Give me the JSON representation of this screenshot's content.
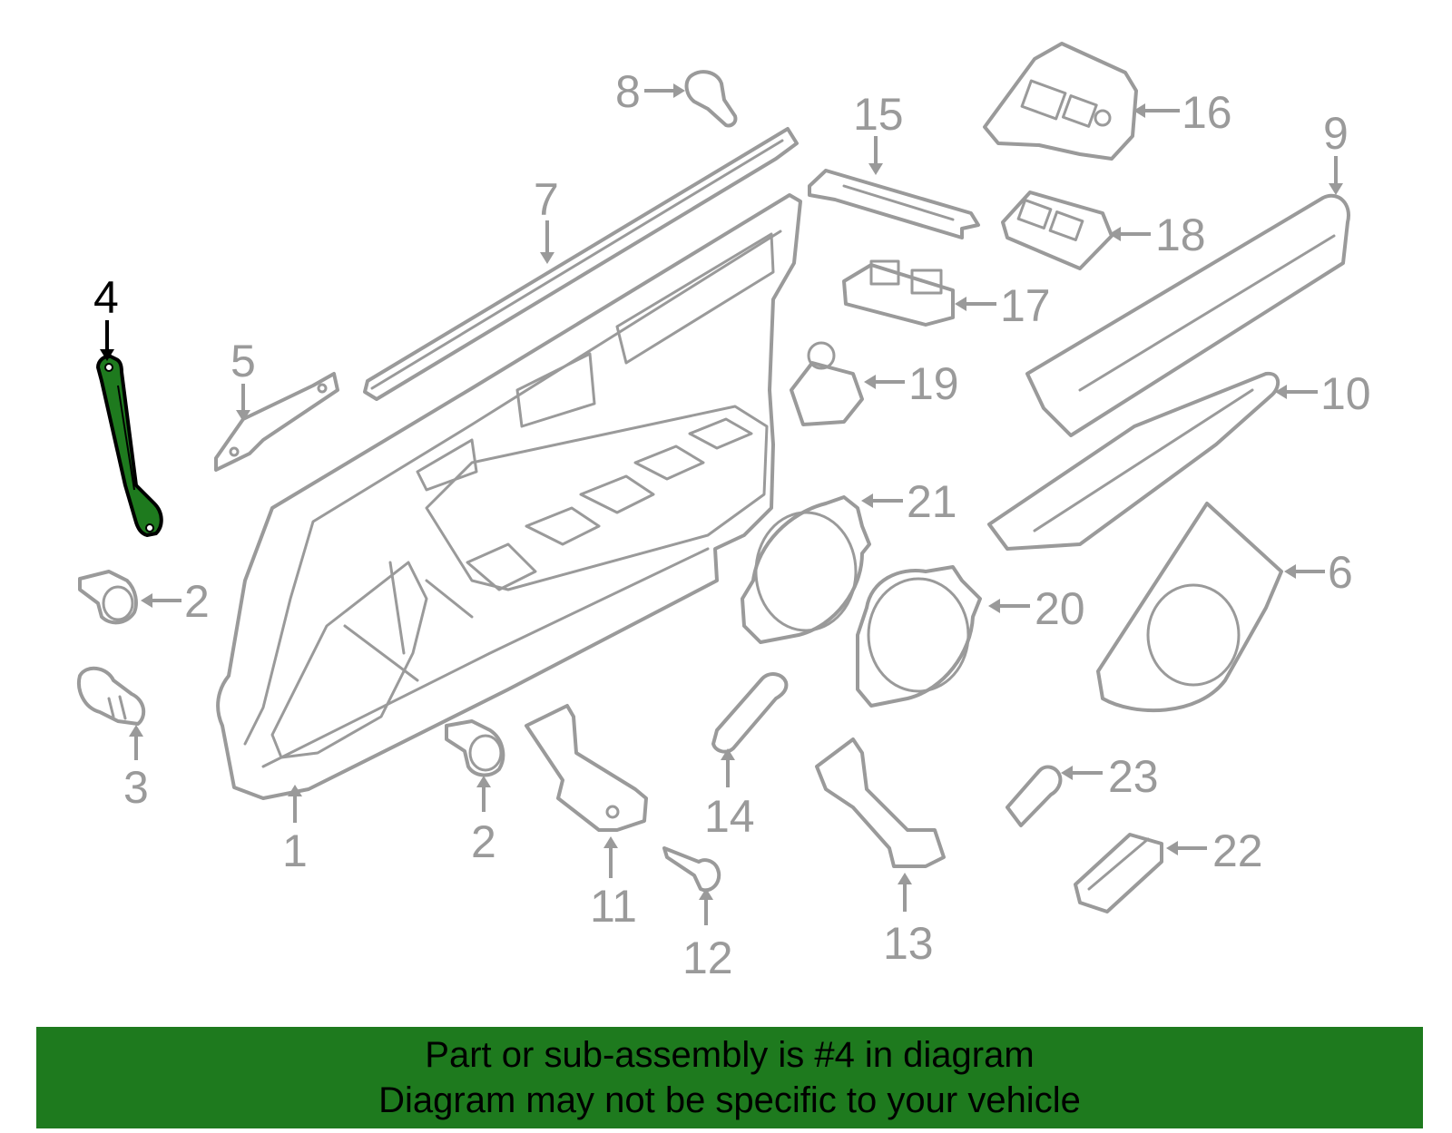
{
  "diagram": {
    "highlighted_part": "4",
    "callouts": [
      "1",
      "2",
      "3",
      "4",
      "5",
      "6",
      "7",
      "8",
      "9",
      "10",
      "11",
      "12",
      "13",
      "14",
      "15",
      "16",
      "17",
      "18",
      "19",
      "20",
      "21",
      "22",
      "23"
    ],
    "colors": {
      "highlight": "#1e7a1e",
      "line_art": "#9a9a9a",
      "highlight_outline": "#000000"
    }
  },
  "banner": {
    "line1": "Part or sub-assembly is #4 in diagram",
    "line2": "Diagram may not be specific to your vehicle"
  }
}
